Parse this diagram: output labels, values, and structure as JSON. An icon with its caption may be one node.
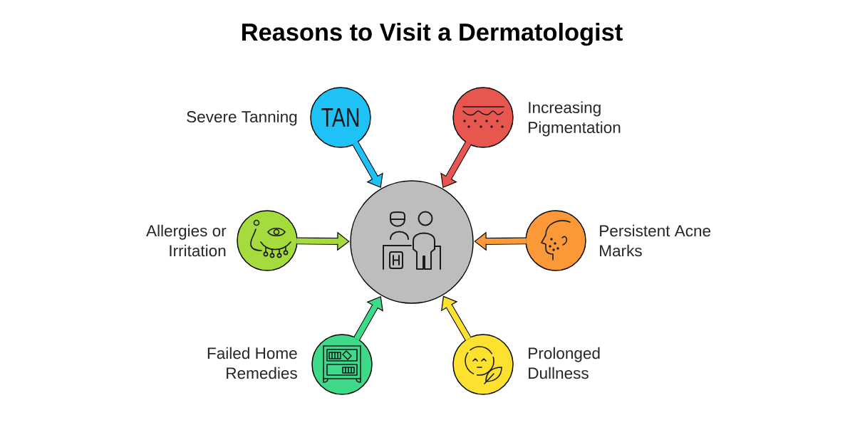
{
  "diagram": {
    "title": "Reasons to Visit a Dermatologist",
    "nodes": [
      {
        "text": [
          "TAN"
        ],
        "beside": [
          "Severe Tanning"
        ]
      },
      {
        "text": [],
        "shape": "circle",
        "beside": [
          "Increasing Pigmentation"
        ]
      },
      {
        "text": [],
        "shape": "circle",
        "beside": [
          "Allergies or Irritation"
        ]
      },
      {
        "text": [],
        "shape": "circle"
      },
      {
        "text": [],
        "shape": "circle",
        "beside": [
          "Persistent Acne Marks"
        ]
      },
      {
        "text": [],
        "shape": "circle",
        "beside": [
          "Failed Home Remedies"
        ]
      },
      {
        "text": [],
        "shape": "circle",
        "beside": [
          "Prolonged Dullness"
        ]
      }
    ],
    "edges": [
      {
        "from": 0,
        "to": 3,
        "arrow": "to",
        "color": "#1fc2f6"
      },
      {
        "from": 1,
        "to": 3,
        "arrow": "to",
        "color": "#e8574f"
      },
      {
        "from": 2,
        "to": 3,
        "arrow": "to",
        "color": "#a5db3c"
      },
      {
        "from": 4,
        "to": 3,
        "arrow": "to",
        "color": "#fb9838"
      },
      {
        "from": 5,
        "to": 3,
        "arrow": "to",
        "color": "#3fd98a"
      },
      {
        "from": 6,
        "to": 3,
        "arrow": "to",
        "color": "#fde12f"
      }
    ]
  }
}
